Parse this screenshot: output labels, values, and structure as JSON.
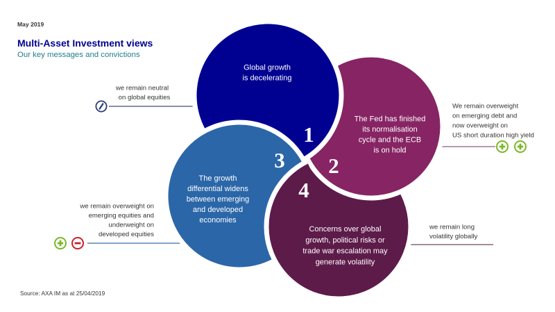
{
  "header": {
    "date": "May 2019",
    "title": "Multi-Asset Investment views",
    "subtitle": "Our key messages and convictions"
  },
  "colors": {
    "title": "#00008f",
    "subtitle": "#1f7e8c",
    "positive": "#7ab829",
    "negative": "#c8202b",
    "neutral": "#2c3a78"
  },
  "messages": [
    {
      "number": "1",
      "lines": [
        "Global growth",
        "is decelerating"
      ],
      "color": "#000091"
    },
    {
      "number": "2",
      "lines": [
        "The Fed has finished",
        "its normalisation",
        "cycle and the ECB",
        "is on hold"
      ],
      "color": "#872464"
    },
    {
      "number": "3",
      "lines": [
        "The growth",
        "differential widens",
        "between emerging",
        "and developed",
        "economies"
      ],
      "color": "#2b67a8"
    },
    {
      "number": "4",
      "lines": [
        "Concerns over global",
        "growth, political risks or",
        "trade war escalation may",
        "generate volatility"
      ],
      "color": "#5d1b4a"
    }
  ],
  "convictions": [
    {
      "message": "1",
      "lines": [
        "we remain neutral",
        "on global equities"
      ],
      "icons": [
        "neutral"
      ],
      "line_color": "#414b78"
    },
    {
      "message": "2",
      "lines": [
        "We remain overweight",
        "on emerging debt and",
        "now overweight on",
        "US short duration high yield"
      ],
      "icons": [
        "positive",
        "positive"
      ],
      "line_color": "#8c5a85"
    },
    {
      "message": "3",
      "lines": [
        "we remain overweight on",
        "emerging equities and",
        "underweight on",
        "developed equities"
      ],
      "icons": [
        "positive",
        "negative"
      ],
      "line_color": "#3a6aa3"
    },
    {
      "message": "4",
      "lines": [
        "we remain long",
        "volatility globally"
      ],
      "icons": [],
      "line_color": "#6b4a62"
    }
  ],
  "source": "Source: AXA IM as at 25/04/2019"
}
